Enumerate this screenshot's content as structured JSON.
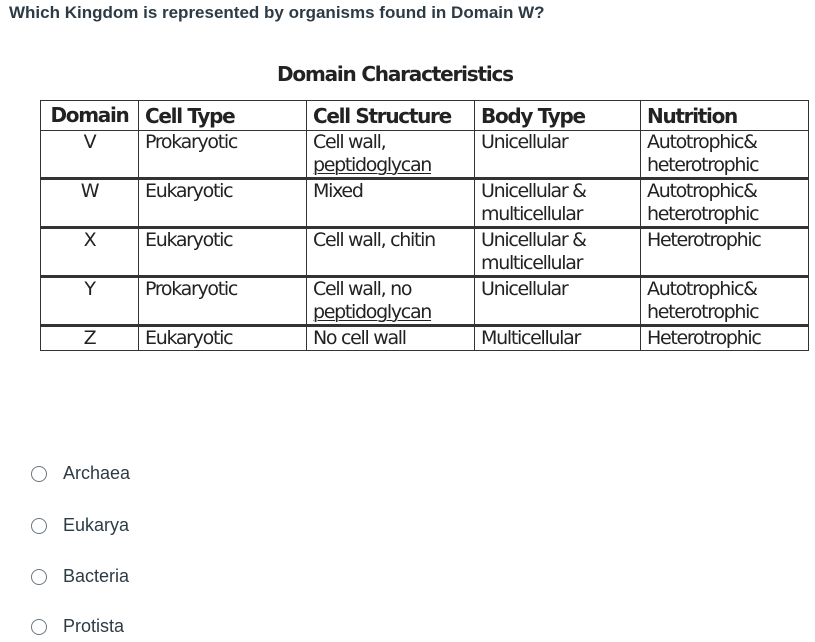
{
  "question": "Which Kingdom is represented by organisms found in Domain W?",
  "table": {
    "title": "Domain Characteristics",
    "headers": [
      "Domain",
      "Cell Type",
      "Cell Structure",
      "Body Type",
      "Nutrition"
    ],
    "rows": [
      {
        "domain": "V",
        "cell_type": "Prokaryotic",
        "cell_structure": [
          "Cell wall,",
          "peptidoglycan"
        ],
        "body_type": [
          "Unicellular"
        ],
        "nutrition": [
          "Autotrophic&",
          "heterotrophic"
        ]
      },
      {
        "domain": "W",
        "cell_type": "Eukaryotic",
        "cell_structure": [
          "Mixed"
        ],
        "body_type": [
          "Unicellular &",
          "multicellular"
        ],
        "nutrition": [
          "Autotrophic&",
          "heterotrophic"
        ]
      },
      {
        "domain": "X",
        "cell_type": "Eukaryotic",
        "cell_structure": [
          "Cell wall, chitin"
        ],
        "body_type": [
          "Unicellular &",
          "multicellular"
        ],
        "nutrition": [
          "Heterotrophic"
        ]
      },
      {
        "domain": "Y",
        "cell_type": "Prokaryotic",
        "cell_structure": [
          "Cell wall, no",
          "peptidoglycan"
        ],
        "body_type": [
          "Unicellular"
        ],
        "nutrition": [
          "Autotrophic&",
          "heterotrophic"
        ]
      },
      {
        "domain": "Z",
        "cell_type": "Eukaryotic",
        "cell_structure": [
          "No cell wall"
        ],
        "body_type": [
          "Multicellular"
        ],
        "nutrition": [
          "Heterotrophic"
        ]
      }
    ]
  },
  "answers": [
    {
      "label": "Archaea",
      "selected": false
    },
    {
      "label": "Eukarya",
      "selected": false
    },
    {
      "label": "Bacteria",
      "selected": false
    },
    {
      "label": "Protista",
      "selected": false
    }
  ]
}
